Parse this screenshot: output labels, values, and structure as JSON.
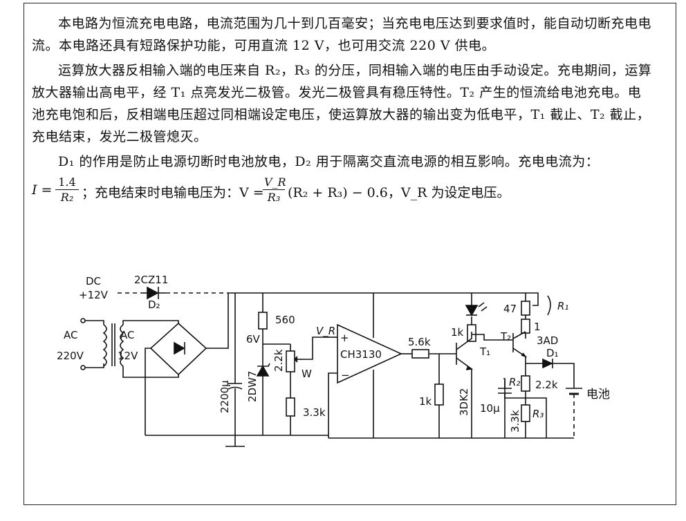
{
  "text": {
    "p1": "本电路为恒流充电电路，电流范围为几十到几百毫安；当充电电压达到要求值时，能自动切断充电电流。本电路还具有短路保护功能，可用直流 12 V，也可用交流 220 V 供电。",
    "p2": "运算放大器反相输入端的电压来自 R₂，R₃ 的分压，同相输入端的电压由手动设定。充电期间，运算放大器输出高电平，经 T₁ 点亮发光二极管。发光二极管具有稳压特性。T₂ 产生的恒流给电池充电。电池充电饱和后，反相端电压超过同相端设定电压，使运算放大器的输出变为低电平，T₁ 截止、T₂ 截止，充电结束，发光二极管熄灭。",
    "p3": "D₁ 的作用是防止电源切断时电池放电，D₂ 用于隔离交直流电源的相互影响。充电电流为："
  },
  "formula": {
    "i_lhs": "I =",
    "i_num": "1.4",
    "i_den": "R₂",
    "mid": "；充电结束时电输电压为：V =",
    "v_num": "V_R",
    "v_den": "R₃",
    "v_rest": "(R₂ + R₃) − 0.6，V_R 为设定电压。"
  },
  "circuit": {
    "labels": {
      "dc": "DC",
      "dc_v": "+12V",
      "ac_in": "AC",
      "ac_in_v": "220V",
      "ac_out": "AC",
      "ac_out_v": "12V",
      "d2_part": "2CZ11",
      "d2": "D₂",
      "r560": "560",
      "v6": "6V",
      "zener": "2DW7",
      "pot_val": "2.2k",
      "pot": "W",
      "r33k_left": "3.3k",
      "cap2200": "2200μ",
      "vr": "V_R",
      "opamp": "CH3130",
      "plus": "+",
      "minus": "−",
      "r56k": "5.6k",
      "r1k_base": "1k",
      "t1_part": "3DK2",
      "r1k_led": "1k",
      "t1": "T₁",
      "r47": "47",
      "r1": "1",
      "r1_label": "R₁",
      "t2": "T₂",
      "t2_part": "3AD",
      "d1": "D₁",
      "r2": "R₂",
      "r2_val": "2.2k",
      "cap10": "10μ",
      "r3_val": "3.3k",
      "r3": "R₃",
      "battery": "电池"
    }
  }
}
